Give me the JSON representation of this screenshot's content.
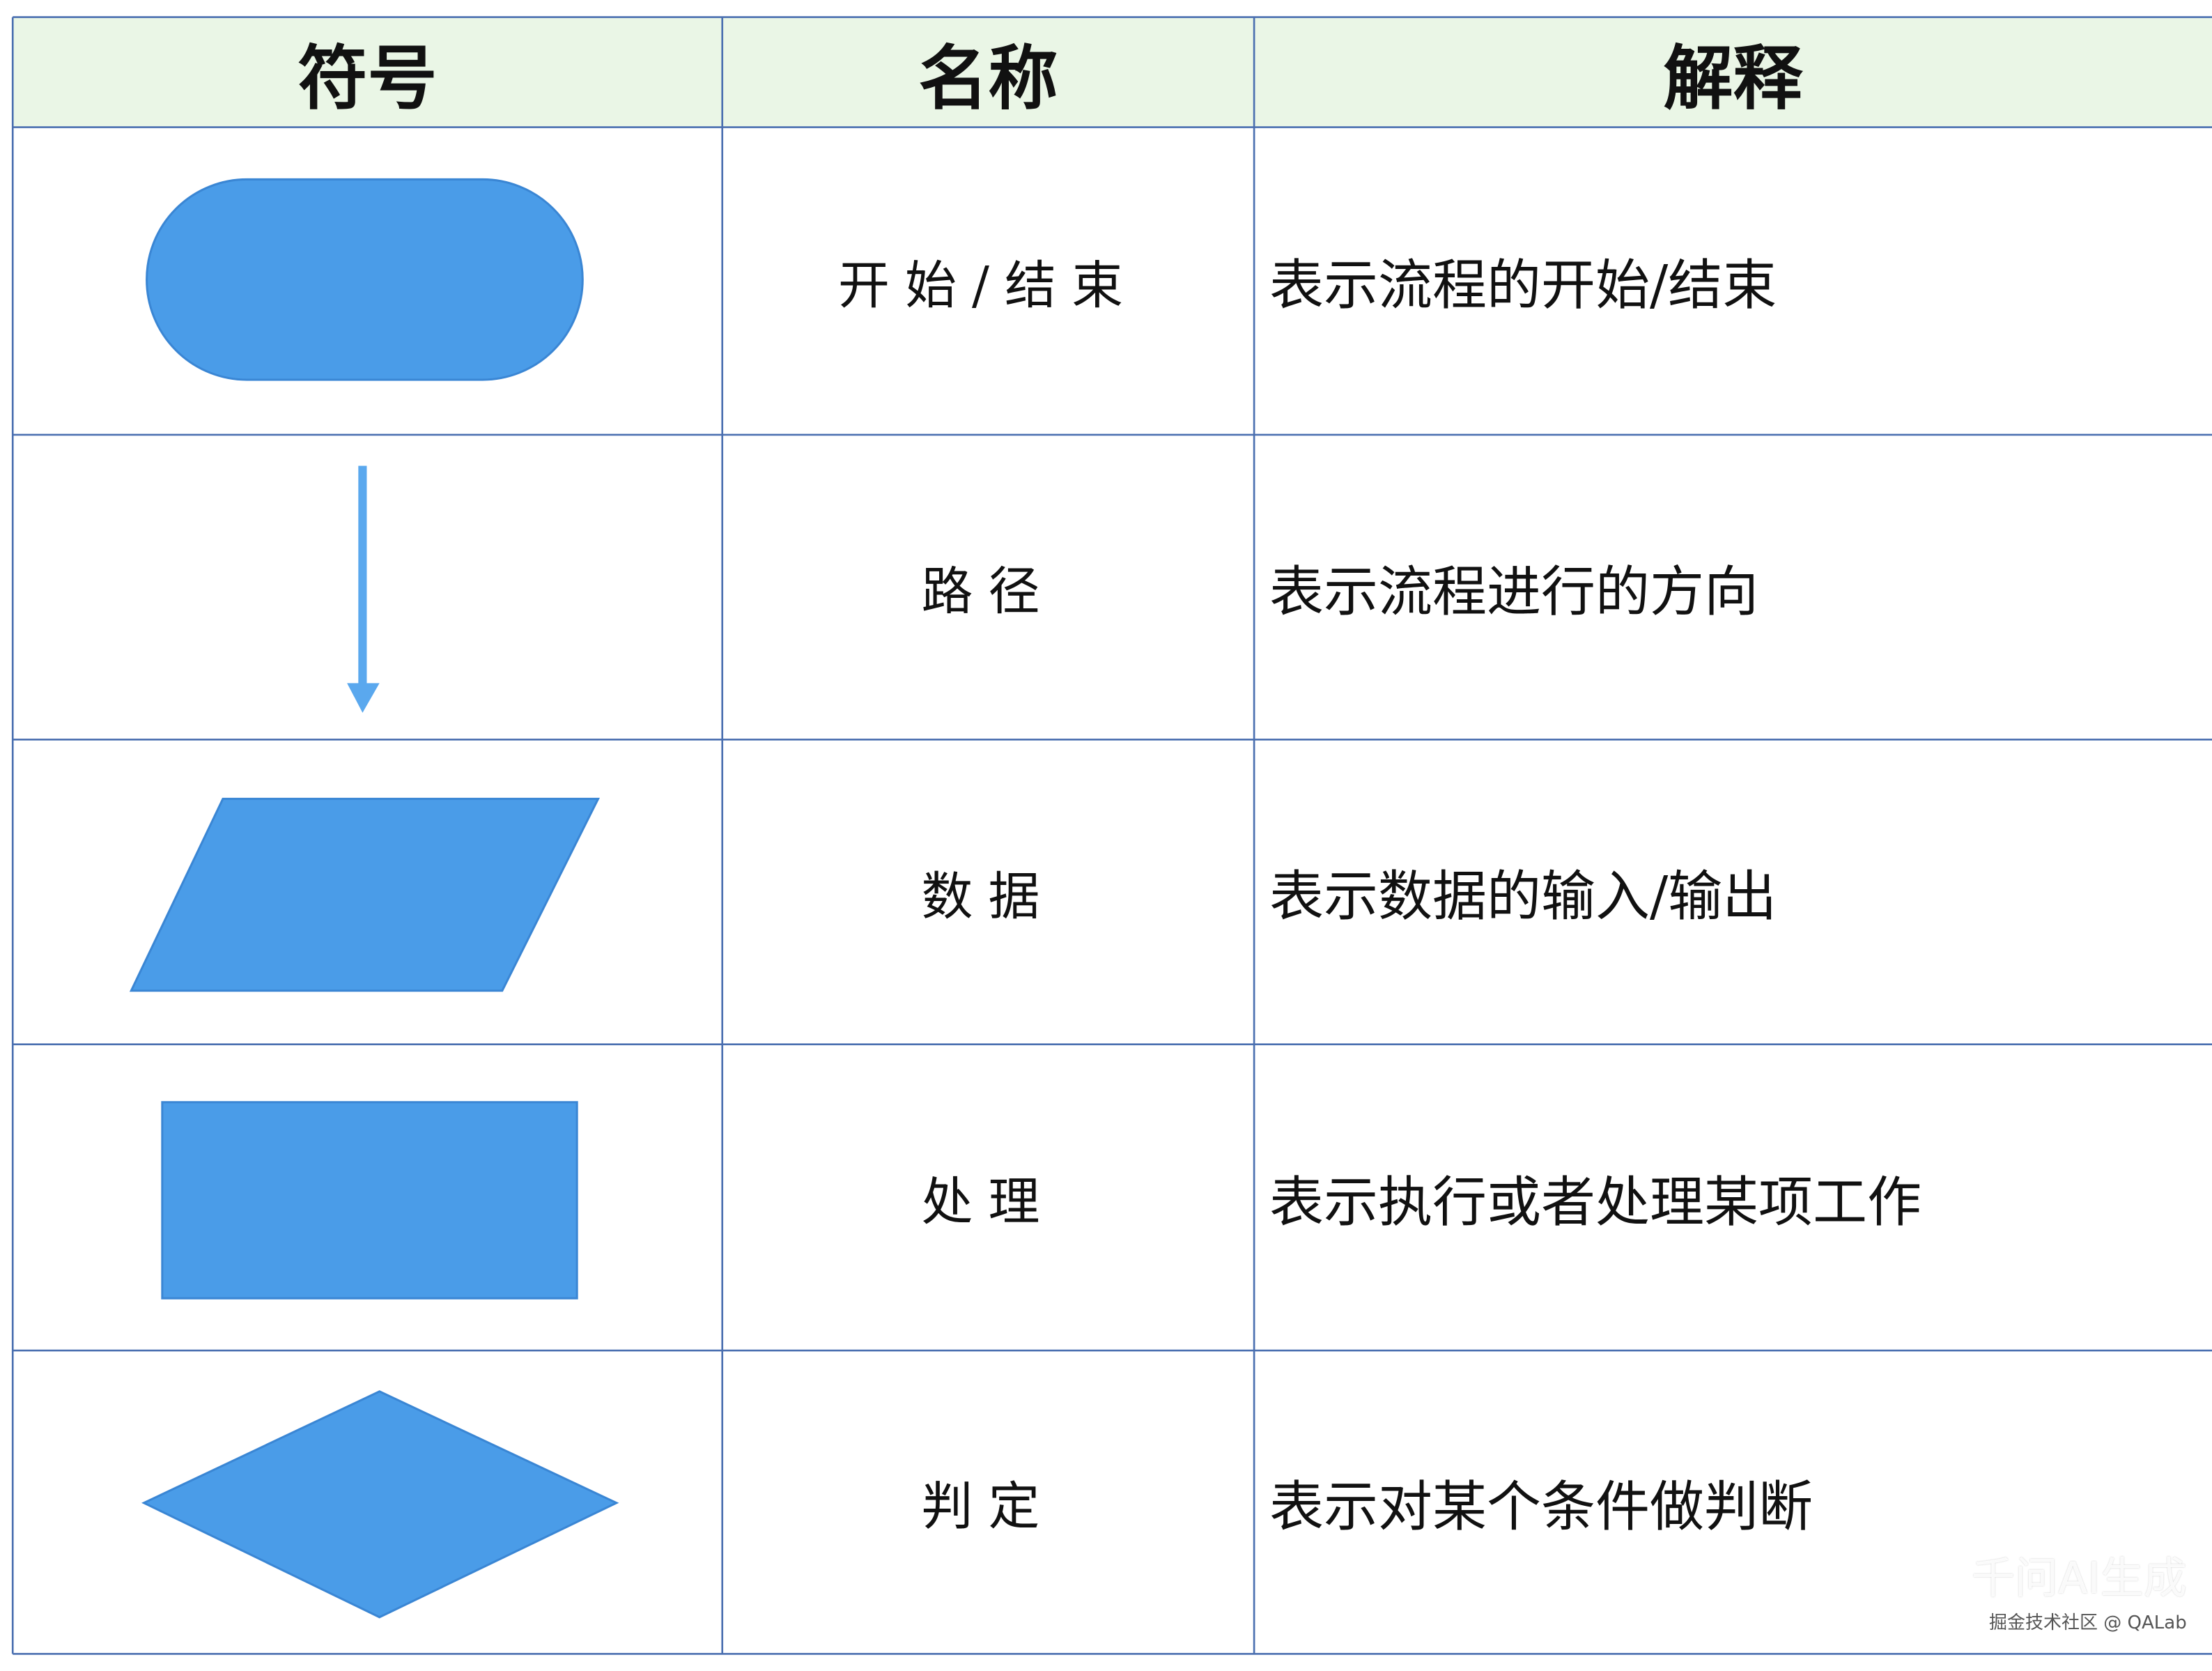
{
  "table": {
    "headers": [
      "符号",
      "名称",
      "解释"
    ],
    "rows": [
      {
        "symbol": "terminator-shape",
        "name": "开始/结束",
        "description": "表示流程的开始/结束"
      },
      {
        "symbol": "arrow-shape",
        "name": "路径",
        "description": "表示流程进行的方向"
      },
      {
        "symbol": "parallelogram-shape",
        "name": "数据",
        "description": "表示数据的输入/输出"
      },
      {
        "symbol": "rectangle-shape",
        "name": "处理",
        "description": "表示执行或者处理某项工作"
      },
      {
        "symbol": "diamond-shape",
        "name": "判定",
        "description": "表示对某个条件做判断"
      }
    ]
  },
  "colors": {
    "shape_fill": "#4a9ce8",
    "shape_stroke": "#3a86d4",
    "header_bg": "#eaf6e6",
    "grid": "#4a6fb0"
  },
  "watermark": {
    "brand": "千问AI生成",
    "credit": "掘金技术社区 @ QALab"
  }
}
